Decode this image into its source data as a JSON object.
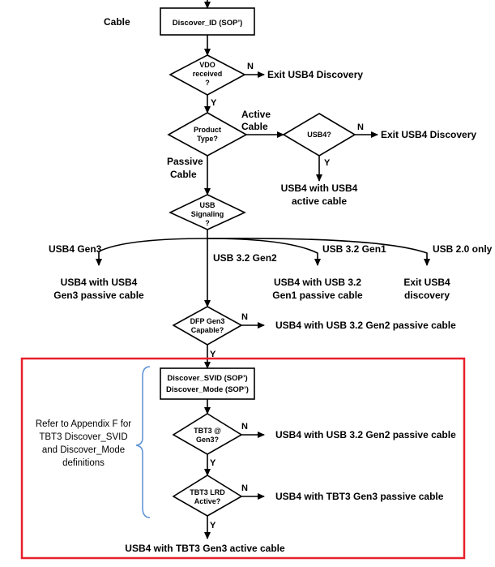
{
  "labels": {
    "cable": "Cable",
    "discover_id": "Discover_ID (SOP’)",
    "vdo_line1": "VDO",
    "vdo_line2": "received",
    "vdo_line3": "?",
    "n": "N",
    "y": "Y",
    "exit_usb4_discovery": "Exit USB4 Discovery",
    "product_line1": "Product",
    "product_line2": "Type?",
    "active_cable_line1": "Active",
    "active_cable_line2": "Cable",
    "usb4_q": "USB4?",
    "passive_cable_line1": "Passive",
    "passive_cable_line2": "Cable",
    "usb4_active_line1": "USB4 with USB4",
    "usb4_active_line2": "active cable",
    "sig_line1": "USB",
    "sig_line2": "Signaling",
    "sig_line3": "?",
    "usb4_gen3": "USB4 Gen3",
    "usb32_gen2": "USB 3.2 Gen2",
    "usb32_gen1": "USB 3.2 Gen1",
    "usb20_only": "USB 2.0 only",
    "gen3_passive_line1": "USB4 with USB4",
    "gen3_passive_line2": "Gen3 passive cable",
    "gen1_passive_line1": "USB4 with USB 3.2",
    "gen1_passive_line2": "Gen1 passive cable",
    "exit_usb4_line1": "Exit USB4",
    "exit_usb4_line2": "discovery",
    "dfp_line1": "DFP Gen3",
    "dfp_line2": "Capable?",
    "usb4_gen2_passive": "USB4 with USB 3.2 Gen2 passive cable",
    "discover_svid": "Discover_SVID (SOP’)",
    "discover_mode": "Discover_Mode (SOP’)",
    "refer_line1": "Refer to Appendix F for",
    "refer_line2": "TBT3 Discover_SVID",
    "refer_line3": "and Discover_Mode",
    "refer_line4": "definitions",
    "tbt3_line1": "TBT3 @",
    "tbt3_line2": "Gen3?",
    "lrd_line1": "TBT3 LRD",
    "lrd_line2": "Active?",
    "tbt3_gen3_passive": "USB4 with TBT3 Gen3 passive cable",
    "tbt3_gen3_active": "USB4 with TBT3 Gen3 active cable"
  },
  "colors": {
    "highlight_border": "#e8202a",
    "brace": "#5b8fd6",
    "line": "#000000"
  }
}
